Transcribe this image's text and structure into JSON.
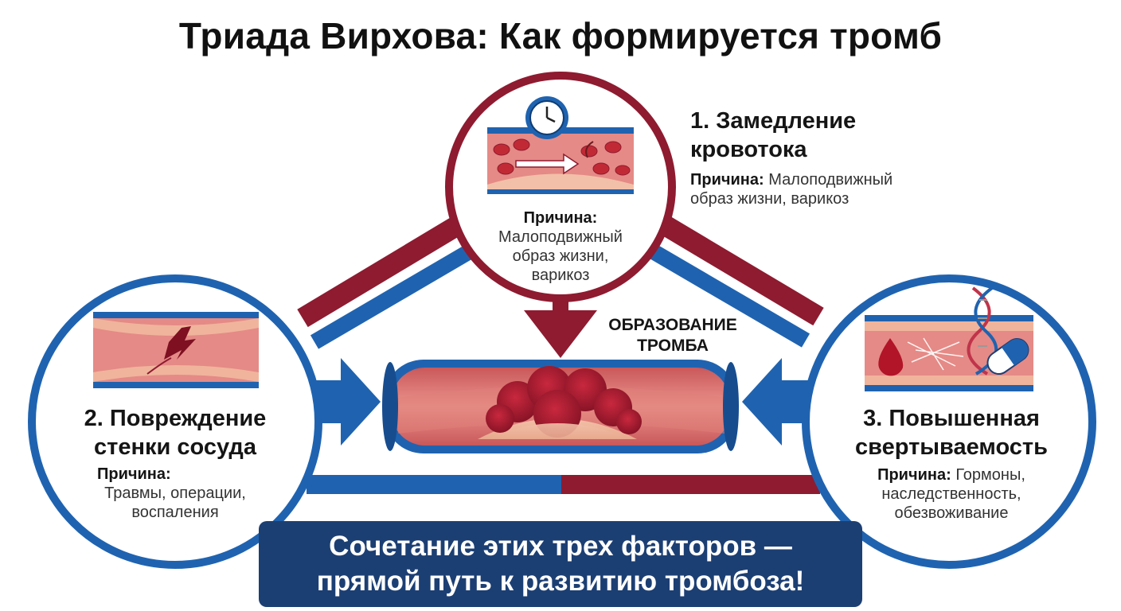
{
  "title": "Триада Вирхова: Как формируется тромб",
  "factor1": {
    "heading_line1": "1. Замедление",
    "heading_line2": "кровотока",
    "cause_label": "Причина:",
    "cause_text_line1": "Малоподвижный",
    "cause_text_line2": "образ жизни, варикоз",
    "circle_cause_label": "Причина:",
    "circle_cause_line1": "Малоподвижный",
    "circle_cause_line2": "образ жизни,",
    "circle_cause_line3": "варикоз"
  },
  "factor2": {
    "heading_line1": "2. Повреждение",
    "heading_line2": "стенки сосуда",
    "cause_label": "Причина:",
    "cause_line1": "Травмы, операции,",
    "cause_line2": "воспаления"
  },
  "factor3": {
    "heading_line1": "3. Повышенная",
    "heading_line2": "свертываемость",
    "cause_label": "Причина:",
    "cause_line1": "Гормоны,",
    "cause_line2": "наследственность,",
    "cause_line3": "обезвоживание"
  },
  "center_label_line1": "ОБРАЗОВАНИЕ",
  "center_label_line2": "ТРОМБА",
  "banner": {
    "line1": "Сочетание этих трех факторов —",
    "line2": "прямой путь к развитию тромбоза!"
  },
  "colors": {
    "red": "#8e1b30",
    "blue": "#1f63b0",
    "navy": "#1c3f73",
    "vessel": "#e58a86",
    "clot": "#a3182c"
  }
}
